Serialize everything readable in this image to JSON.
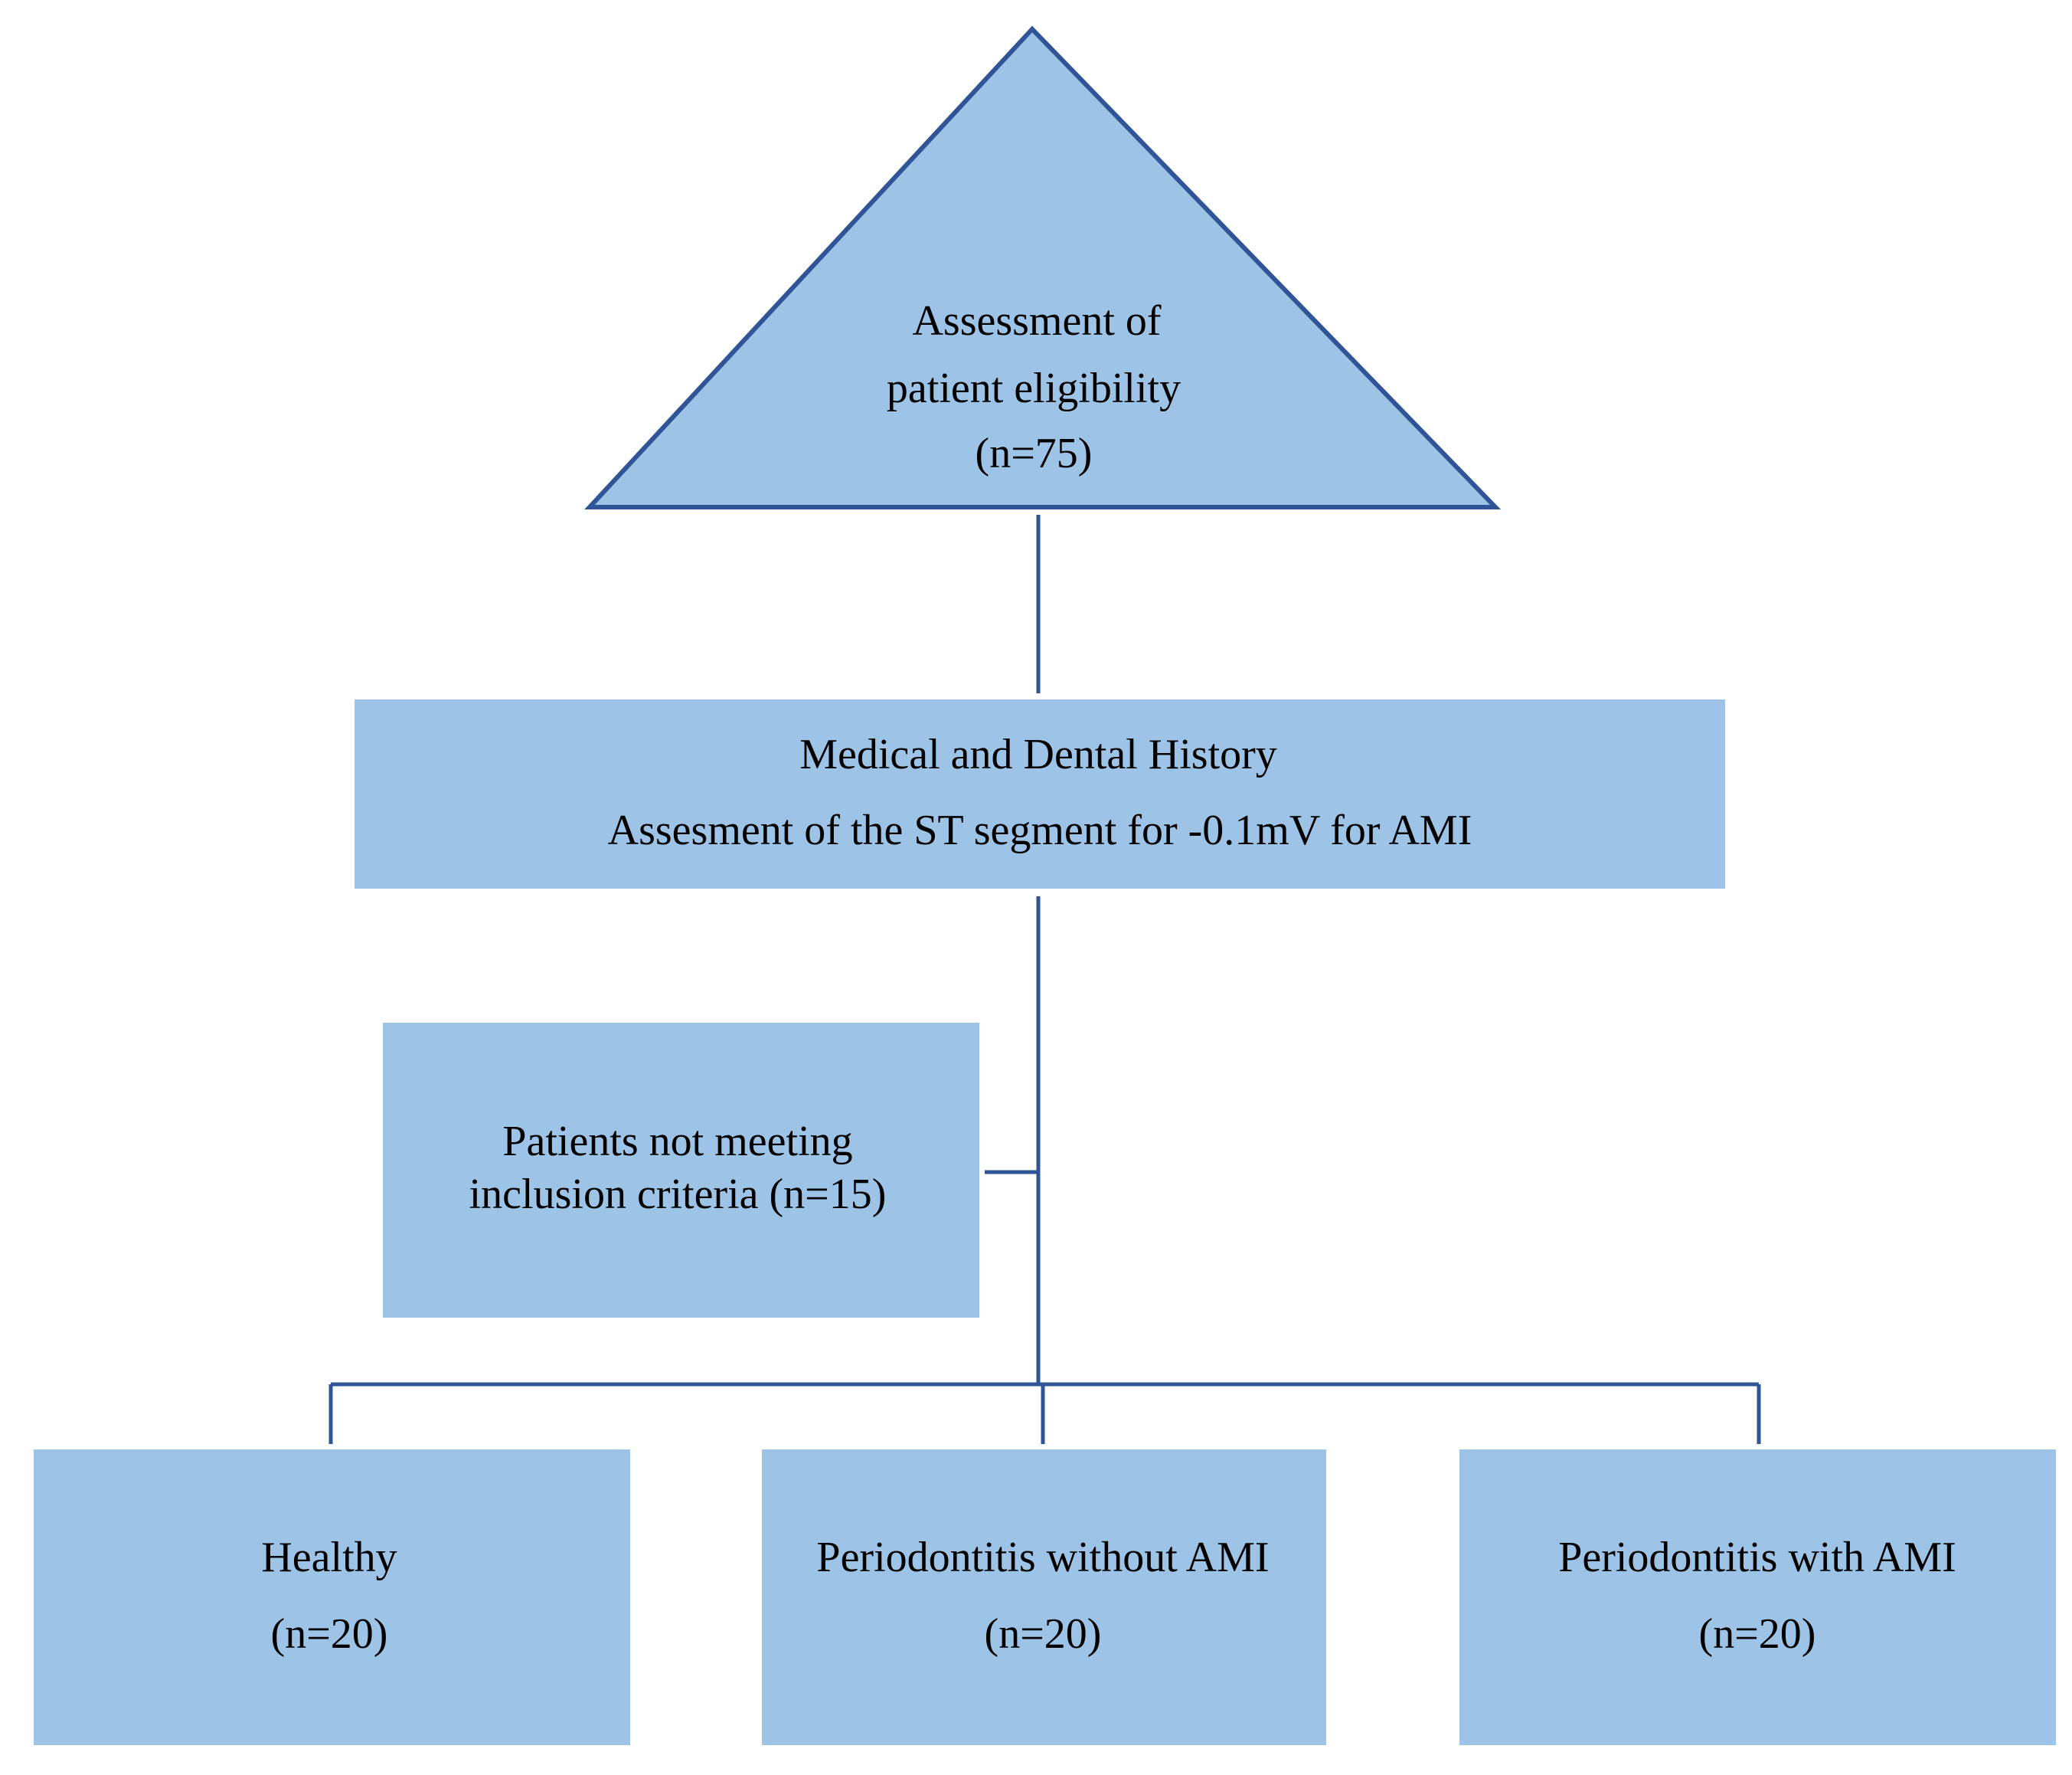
{
  "colors": {
    "node_fill": "#9DC3E6",
    "triangle_stroke": "#2F5597",
    "connector": "#2F5597",
    "text": "#000000"
  },
  "nodes": {
    "eligibility": {
      "shape": "triangle",
      "lines": [
        "Assessment of",
        "patient eligibility",
        "(n=75)"
      ]
    },
    "history": {
      "shape": "rectangle",
      "lines": [
        "Medical and Dental History",
        "Assesment of the ST segment for -0.1mV for AMI"
      ]
    },
    "excluded": {
      "shape": "rectangle",
      "lines": [
        "Patients not meeting",
        "inclusion criteria (n=15)"
      ]
    },
    "healthy": {
      "shape": "rectangle",
      "lines": [
        "Healthy",
        "(n=20)"
      ]
    },
    "perio_no_ami": {
      "shape": "rectangle",
      "lines": [
        "Periodontitis without AMI",
        "(n=20)"
      ]
    },
    "perio_ami": {
      "shape": "rectangle",
      "lines": [
        "Periodontitis with AMI",
        "(n=20)"
      ]
    }
  }
}
